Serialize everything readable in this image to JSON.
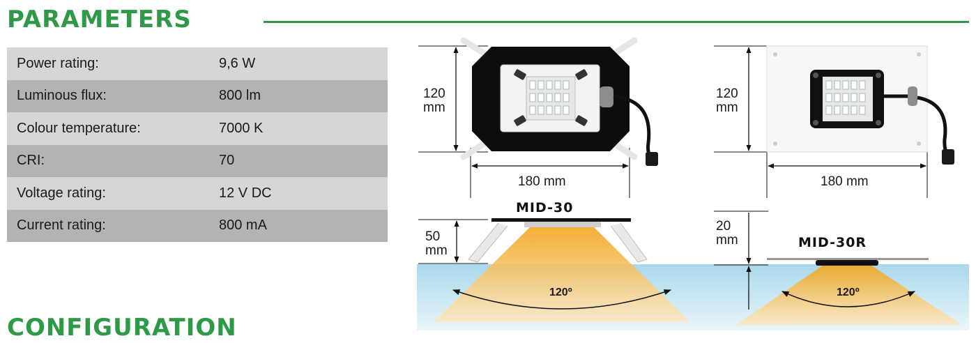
{
  "heading": "PARAMETERS",
  "heading_next": "CONFIGURATION",
  "parameters": [
    {
      "label": "Power rating:",
      "value": "9,6 W"
    },
    {
      "label": "Luminous flux:",
      "value": "800 lm"
    },
    {
      "label": "Colour temperature:",
      "value": "7000 K"
    },
    {
      "label": "CRI:",
      "value": "70"
    },
    {
      "label": "Voltage rating:",
      "value": "12 V DC"
    },
    {
      "label": "Current rating:",
      "value": "800 mA"
    }
  ],
  "diagrams": {
    "left": {
      "height": "120",
      "height_unit": "mm",
      "width": "180 mm",
      "model": "MID-30",
      "depth": "50",
      "depth_unit": "mm",
      "angle": "120º"
    },
    "right": {
      "height": "120",
      "height_unit": "mm",
      "width": "180 mm",
      "model": "MID-30R",
      "depth": "20",
      "depth_unit": "mm",
      "angle": "120º"
    }
  },
  "colors": {
    "brand_green": "#2e9a47",
    "row_light": "#d6d6d6",
    "row_dark": "#b3b3b3",
    "water": "#bfe3ef",
    "beam": "#f5b73a"
  }
}
